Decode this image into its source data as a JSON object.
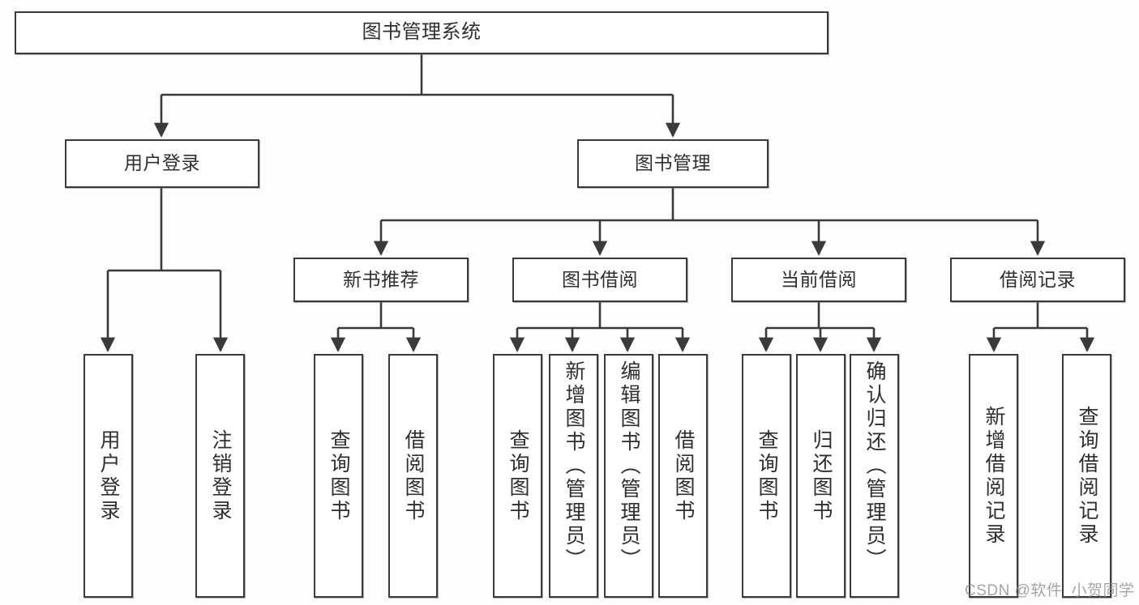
{
  "diagram": {
    "title": "图书管理系统",
    "type": "tree",
    "colors": {
      "stroke": "#3a3a3a",
      "text": "#2f2f2f",
      "background": "#ffffff",
      "watermark": "#8c8c8c"
    },
    "watermark": "CSDN @软件_小贺同学"
  },
  "nodes": {
    "root": {
      "label": "图书管理系统"
    },
    "level2": [
      {
        "label": "用户登录"
      },
      {
        "label": "图书管理"
      }
    ],
    "level3": [
      {
        "label": "新书推荐"
      },
      {
        "label": "图书借阅"
      },
      {
        "label": "当前借阅"
      },
      {
        "label": "借阅记录"
      }
    ],
    "leaves": {
      "user_login": [
        {
          "label": "用户登录"
        },
        {
          "label": "注销登录"
        }
      ],
      "new_book": [
        {
          "label": "查询图书"
        },
        {
          "label": "借阅图书"
        }
      ],
      "book_borrow": [
        {
          "label": "查询图书"
        },
        {
          "label": "新增图书（管理员）"
        },
        {
          "label": "编辑图书（管理员）"
        },
        {
          "label": "借阅图书"
        }
      ],
      "current_borrow": [
        {
          "label": "查询图书"
        },
        {
          "label": "归还图书"
        },
        {
          "label": "确认归还（管理员）"
        }
      ],
      "borrow_record": [
        {
          "label": "新增借阅记录"
        },
        {
          "label": "查询借阅记录"
        }
      ]
    }
  },
  "structure": {
    "edges": [
      {
        "from": "图书管理系统",
        "to": "用户登录"
      },
      {
        "from": "图书管理系统",
        "to": "图书管理"
      },
      {
        "from": "用户登录",
        "to": "用户登录"
      },
      {
        "from": "用户登录",
        "to": "注销登录"
      },
      {
        "from": "图书管理",
        "to": "新书推荐"
      },
      {
        "from": "图书管理",
        "to": "图书借阅"
      },
      {
        "from": "图书管理",
        "to": "当前借阅"
      },
      {
        "from": "图书管理",
        "to": "借阅记录"
      },
      {
        "from": "新书推荐",
        "to": "查询图书"
      },
      {
        "from": "新书推荐",
        "to": "借阅图书"
      },
      {
        "from": "图书借阅",
        "to": "查询图书"
      },
      {
        "from": "图书借阅",
        "to": "新增图书（管理员）"
      },
      {
        "from": "图书借阅",
        "to": "编辑图书（管理员）"
      },
      {
        "from": "图书借阅",
        "to": "借阅图书"
      },
      {
        "from": "当前借阅",
        "to": "查询图书"
      },
      {
        "from": "当前借阅",
        "to": "归还图书"
      },
      {
        "from": "当前借阅",
        "to": "确认归还（管理员）"
      },
      {
        "from": "借阅记录",
        "to": "新增借阅记录"
      },
      {
        "from": "借阅记录",
        "to": "查询借阅记录"
      }
    ]
  }
}
